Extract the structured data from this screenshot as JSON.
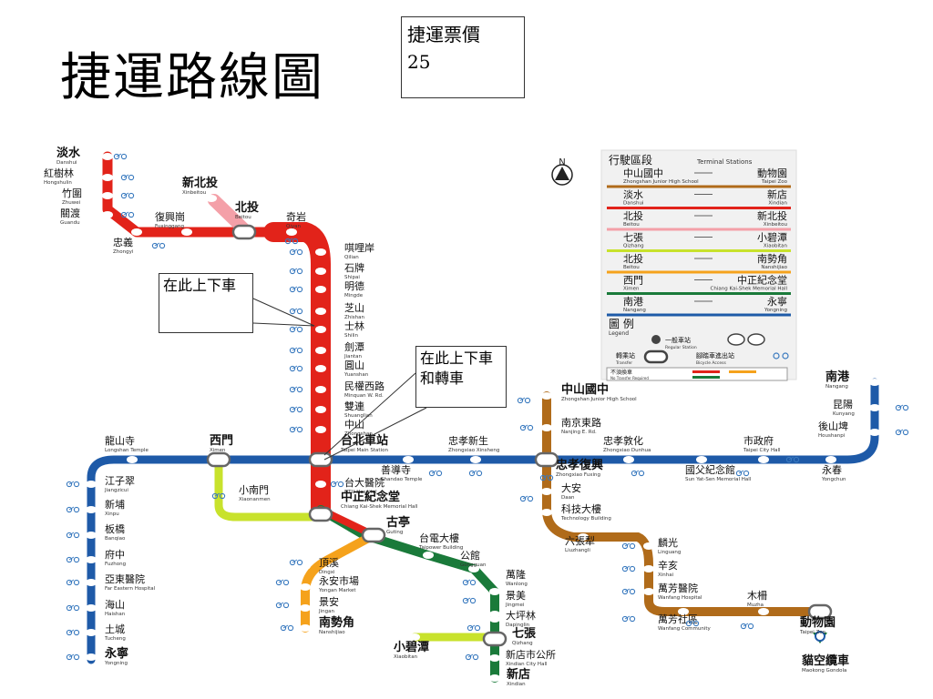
{
  "slide": {
    "title": "捷運路線圖",
    "fare_label": "捷運票價",
    "fare_value": "25",
    "callout_1": "在此上下車",
    "callout_2": "在此上下車和轉車"
  },
  "colors": {
    "red": "#e2231a",
    "pink": "#f4a0a8",
    "blue": "#1e5aa8",
    "green": "#1a7a3a",
    "orange": "#f5a21c",
    "lime": "#c8e22c",
    "brown": "#b06b1a",
    "bike": "#3a7abf"
  },
  "legend": {
    "title": "行駛區段",
    "title_en": "Terminal Stations",
    "rows": [
      {
        "from": "中山國中",
        "from_en": "Zhongshan Junior High School",
        "to": "動物園",
        "to_en": "Taipei Zoo",
        "color": "#b06b1a"
      },
      {
        "from": "淡水",
        "from_en": "Danshui",
        "to": "新店",
        "to_en": "Xindian",
        "color": "#e2231a"
      },
      {
        "from": "北投",
        "from_en": "Beitou",
        "to": "新北投",
        "to_en": "Xinbeitou",
        "color": "#f4a0a8"
      },
      {
        "from": "七張",
        "from_en": "Qizhang",
        "to": "小碧潭",
        "to_en": "Xiaobitan",
        "color": "#c8e22c"
      },
      {
        "from": "北投",
        "from_en": "Beitou",
        "to": "南勢角",
        "to_en": "Nanshijiao",
        "color": "#f5a21c"
      },
      {
        "from": "西門",
        "from_en": "Ximen",
        "to": "中正紀念堂",
        "to_en": "Chiang Kai-Shek Memorial Hall",
        "color": "#1a7a3a"
      },
      {
        "from": "南港",
        "from_en": "Nangang",
        "to": "永寧",
        "to_en": "Yongning",
        "color": "#1e5aa8"
      }
    ],
    "symbols_title": "圖 例",
    "symbols_title_en": "Legend",
    "symbol_regular": "一般車站",
    "symbol_regular_en": "Regular Station",
    "symbol_transfer": "轉乘站",
    "symbol_transfer_en": "Transfer",
    "symbol_bike": "腳踏車進出站",
    "symbol_bike_en": "Bicycle Access",
    "no_transfer": "不須換車",
    "no_transfer_en": "No Transfer Required"
  },
  "north": "N",
  "stations": {
    "danshui": {
      "zh": "淡水",
      "en": "Danshui"
    },
    "hongshulin": {
      "zh": "紅樹林",
      "en": "Hongshulin"
    },
    "zhuwei": {
      "zh": "竹圍",
      "en": "Zhuwei"
    },
    "guandu": {
      "zh": "關渡",
      "en": "Guandu"
    },
    "zhongyi": {
      "zh": "忠義",
      "en": "Zhongyi"
    },
    "fuxinggang": {
      "zh": "復興崗",
      "en": "Fuxinggang"
    },
    "xinbeitou": {
      "zh": "新北投",
      "en": "Xinbeitou"
    },
    "beitou": {
      "zh": "北投",
      "en": "Beitou"
    },
    "qiyan": {
      "zh": "奇岩",
      "en": "Qiyan"
    },
    "qilian": {
      "zh": "唭哩岸",
      "en": "Qilian"
    },
    "shipai": {
      "zh": "石牌",
      "en": "Shipai"
    },
    "mingde": {
      "zh": "明德",
      "en": "Mingde"
    },
    "zhishan": {
      "zh": "芝山",
      "en": "Zhishan"
    },
    "shilin": {
      "zh": "士林",
      "en": "Shilin"
    },
    "jiantan": {
      "zh": "劍潭",
      "en": "Jiantan"
    },
    "yuanshan": {
      "zh": "圓山",
      "en": "Yuanshan"
    },
    "minquan": {
      "zh": "民權西路",
      "en": "Minquan W. Rd."
    },
    "shuanglian": {
      "zh": "雙連",
      "en": "Shuanglian"
    },
    "zhongshan": {
      "zh": "中山",
      "en": "Zhongshan"
    },
    "taipeimain": {
      "zh": "台北車站",
      "en": "Taipei Main Station"
    },
    "ntuh": {
      "zh": "台大醫院",
      "en": "NTU Hospital"
    },
    "cksmh": {
      "zh": "中正紀念堂",
      "en": "Chiang Kai-Shek Memorial Hall"
    },
    "guting": {
      "zh": "古亭",
      "en": "Guting"
    },
    "taipower": {
      "zh": "台電大樓",
      "en": "Taipower Building"
    },
    "gongguan": {
      "zh": "公館",
      "en": "Gongguan"
    },
    "wanlong": {
      "zh": "萬隆",
      "en": "Wanlong"
    },
    "jingmei": {
      "zh": "景美",
      "en": "Jingmei"
    },
    "dapinglin": {
      "zh": "大坪林",
      "en": "Dapinglin"
    },
    "qizhang": {
      "zh": "七張",
      "en": "Qizhang"
    },
    "xindiancity": {
      "zh": "新店市公所",
      "en": "Xindian City Hall"
    },
    "xindian": {
      "zh": "新店",
      "en": "Xindian"
    },
    "xiaobitan": {
      "zh": "小碧潭",
      "en": "Xiaobitan"
    },
    "dingxi": {
      "zh": "頂溪",
      "en": "Dingxi"
    },
    "yongan": {
      "zh": "永安市場",
      "en": "Yongan Market"
    },
    "jingan": {
      "zh": "景安",
      "en": "Jingan"
    },
    "nanshijiao": {
      "zh": "南勢角",
      "en": "Nanshijiao"
    },
    "longshan": {
      "zh": "龍山寺",
      "en": "Longshan Temple"
    },
    "ximen": {
      "zh": "西門",
      "en": "Ximen"
    },
    "xiaonanmen": {
      "zh": "小南門",
      "en": "Xiaonanmen"
    },
    "jiangzicui": {
      "zh": "江子翠",
      "en": "Jiangzicui"
    },
    "xinpu": {
      "zh": "新埔",
      "en": "Xinpu"
    },
    "banqiao": {
      "zh": "板橋",
      "en": "Banqiao"
    },
    "fuzhong": {
      "zh": "府中",
      "en": "Fuzhong"
    },
    "fareastern": {
      "zh": "亞東醫院",
      "en": "Far Eastern Hospital"
    },
    "haishan": {
      "zh": "海山",
      "en": "Haishan"
    },
    "tucheng": {
      "zh": "土城",
      "en": "Tucheng"
    },
    "yongning": {
      "zh": "永寧",
      "en": "Yongning"
    },
    "shandao": {
      "zh": "善導寺",
      "en": "Shandao Temple"
    },
    "xinsheng": {
      "zh": "忠孝新生",
      "en": "Zhongxiao Xinsheng"
    },
    "fuxing": {
      "zh": "忠孝復興",
      "en": "Zhongxiao Fuxing"
    },
    "dunhua": {
      "zh": "忠孝敦化",
      "en": "Zhongxiao Dunhua"
    },
    "sysmh": {
      "zh": "國父紀念館",
      "en": "Sun Yat-Sen Memorial Hall"
    },
    "cityhall": {
      "zh": "市政府",
      "en": "Taipei City Hall"
    },
    "yongchun": {
      "zh": "永春",
      "en": "Yongchun"
    },
    "houshanpi": {
      "zh": "後山埤",
      "en": "Houshanpi"
    },
    "kunyang": {
      "zh": "昆陽",
      "en": "Kunyang"
    },
    "nangang": {
      "zh": "南港",
      "en": "Nangang"
    },
    "zsjhs": {
      "zh": "中山國中",
      "en": "Zhongshan Junior High School"
    },
    "nanjing": {
      "zh": "南京東路",
      "en": "Nanjing E. Rd."
    },
    "daan": {
      "zh": "大安",
      "en": "Daan"
    },
    "techbldg": {
      "zh": "科技大樓",
      "en": "Technology Building"
    },
    "liuzhangli": {
      "zh": "六張犁",
      "en": "Liuzhangli"
    },
    "linguang": {
      "zh": "麟光",
      "en": "Linguang"
    },
    "xinhai": {
      "zh": "辛亥",
      "en": "Xinhai"
    },
    "wanfanghosp": {
      "zh": "萬芳醫院",
      "en": "Wanfang Hospital"
    },
    "wanfangcomm": {
      "zh": "萬芳社區",
      "en": "Wanfang Community"
    },
    "muzha": {
      "zh": "木柵",
      "en": "Muzha"
    },
    "zoo": {
      "zh": "動物園",
      "en": "Taipei Zoo"
    },
    "maokong": {
      "zh": "貓空纜車",
      "en": "Maokong Gondola"
    }
  }
}
